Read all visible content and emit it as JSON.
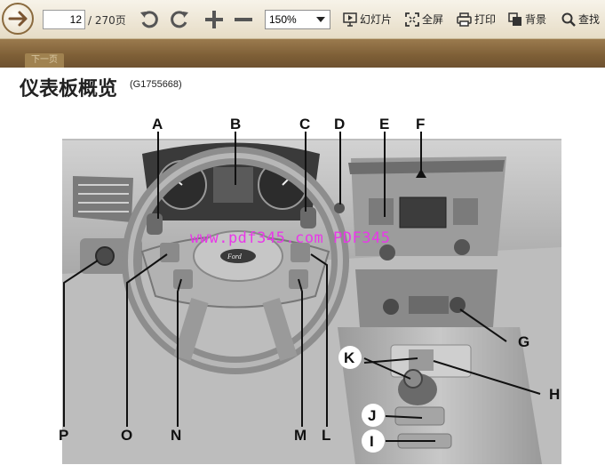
{
  "toolbar": {
    "current_page": "12",
    "total_pages": "/ 270页",
    "zoom": "150%",
    "tools": {
      "slideshow": "幻灯片",
      "fullscreen": "全屏",
      "print": "打印",
      "background": "背景",
      "search": "查找"
    },
    "icons": [
      "back-arrow-icon",
      "rotate-left-icon",
      "rotate-right-icon",
      "zoom-in-icon",
      "zoom-out-icon",
      "slideshow-icon",
      "fullscreen-icon",
      "print-icon",
      "background-icon",
      "search-icon"
    ]
  },
  "nav": {
    "next_label": "下一页"
  },
  "page": {
    "title": "仪表板概览",
    "code": "(G1755668)",
    "watermark": "www.pdf345.com PDF345"
  },
  "figure": {
    "callouts_top": [
      "A",
      "B",
      "C",
      "D",
      "E",
      "F"
    ],
    "callouts_right": [
      "G",
      "H"
    ],
    "callouts_mid": [
      "K",
      "J",
      "I"
    ],
    "callouts_bottom": [
      "P",
      "O",
      "N",
      "M",
      "L"
    ]
  },
  "colors": {
    "toolbar_bg": "#efe6d2",
    "strip": "#7d5e36",
    "watermark": "#e838e8"
  }
}
